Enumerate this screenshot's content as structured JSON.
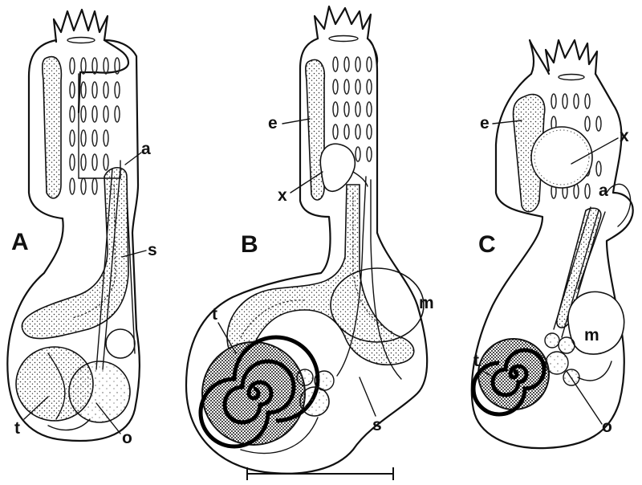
{
  "figure": {
    "panels": [
      {
        "id": "A",
        "labels": {
          "a": "a",
          "s": "s",
          "t": "t",
          "o": "o"
        }
      },
      {
        "id": "B",
        "labels": {
          "e": "e",
          "x": "x",
          "t": "t",
          "m": "m",
          "s": "s"
        }
      },
      {
        "id": "C",
        "labels": {
          "e": "e",
          "x": "x",
          "a": "a",
          "t": "t",
          "m": "m",
          "o": "o"
        }
      }
    ]
  }
}
